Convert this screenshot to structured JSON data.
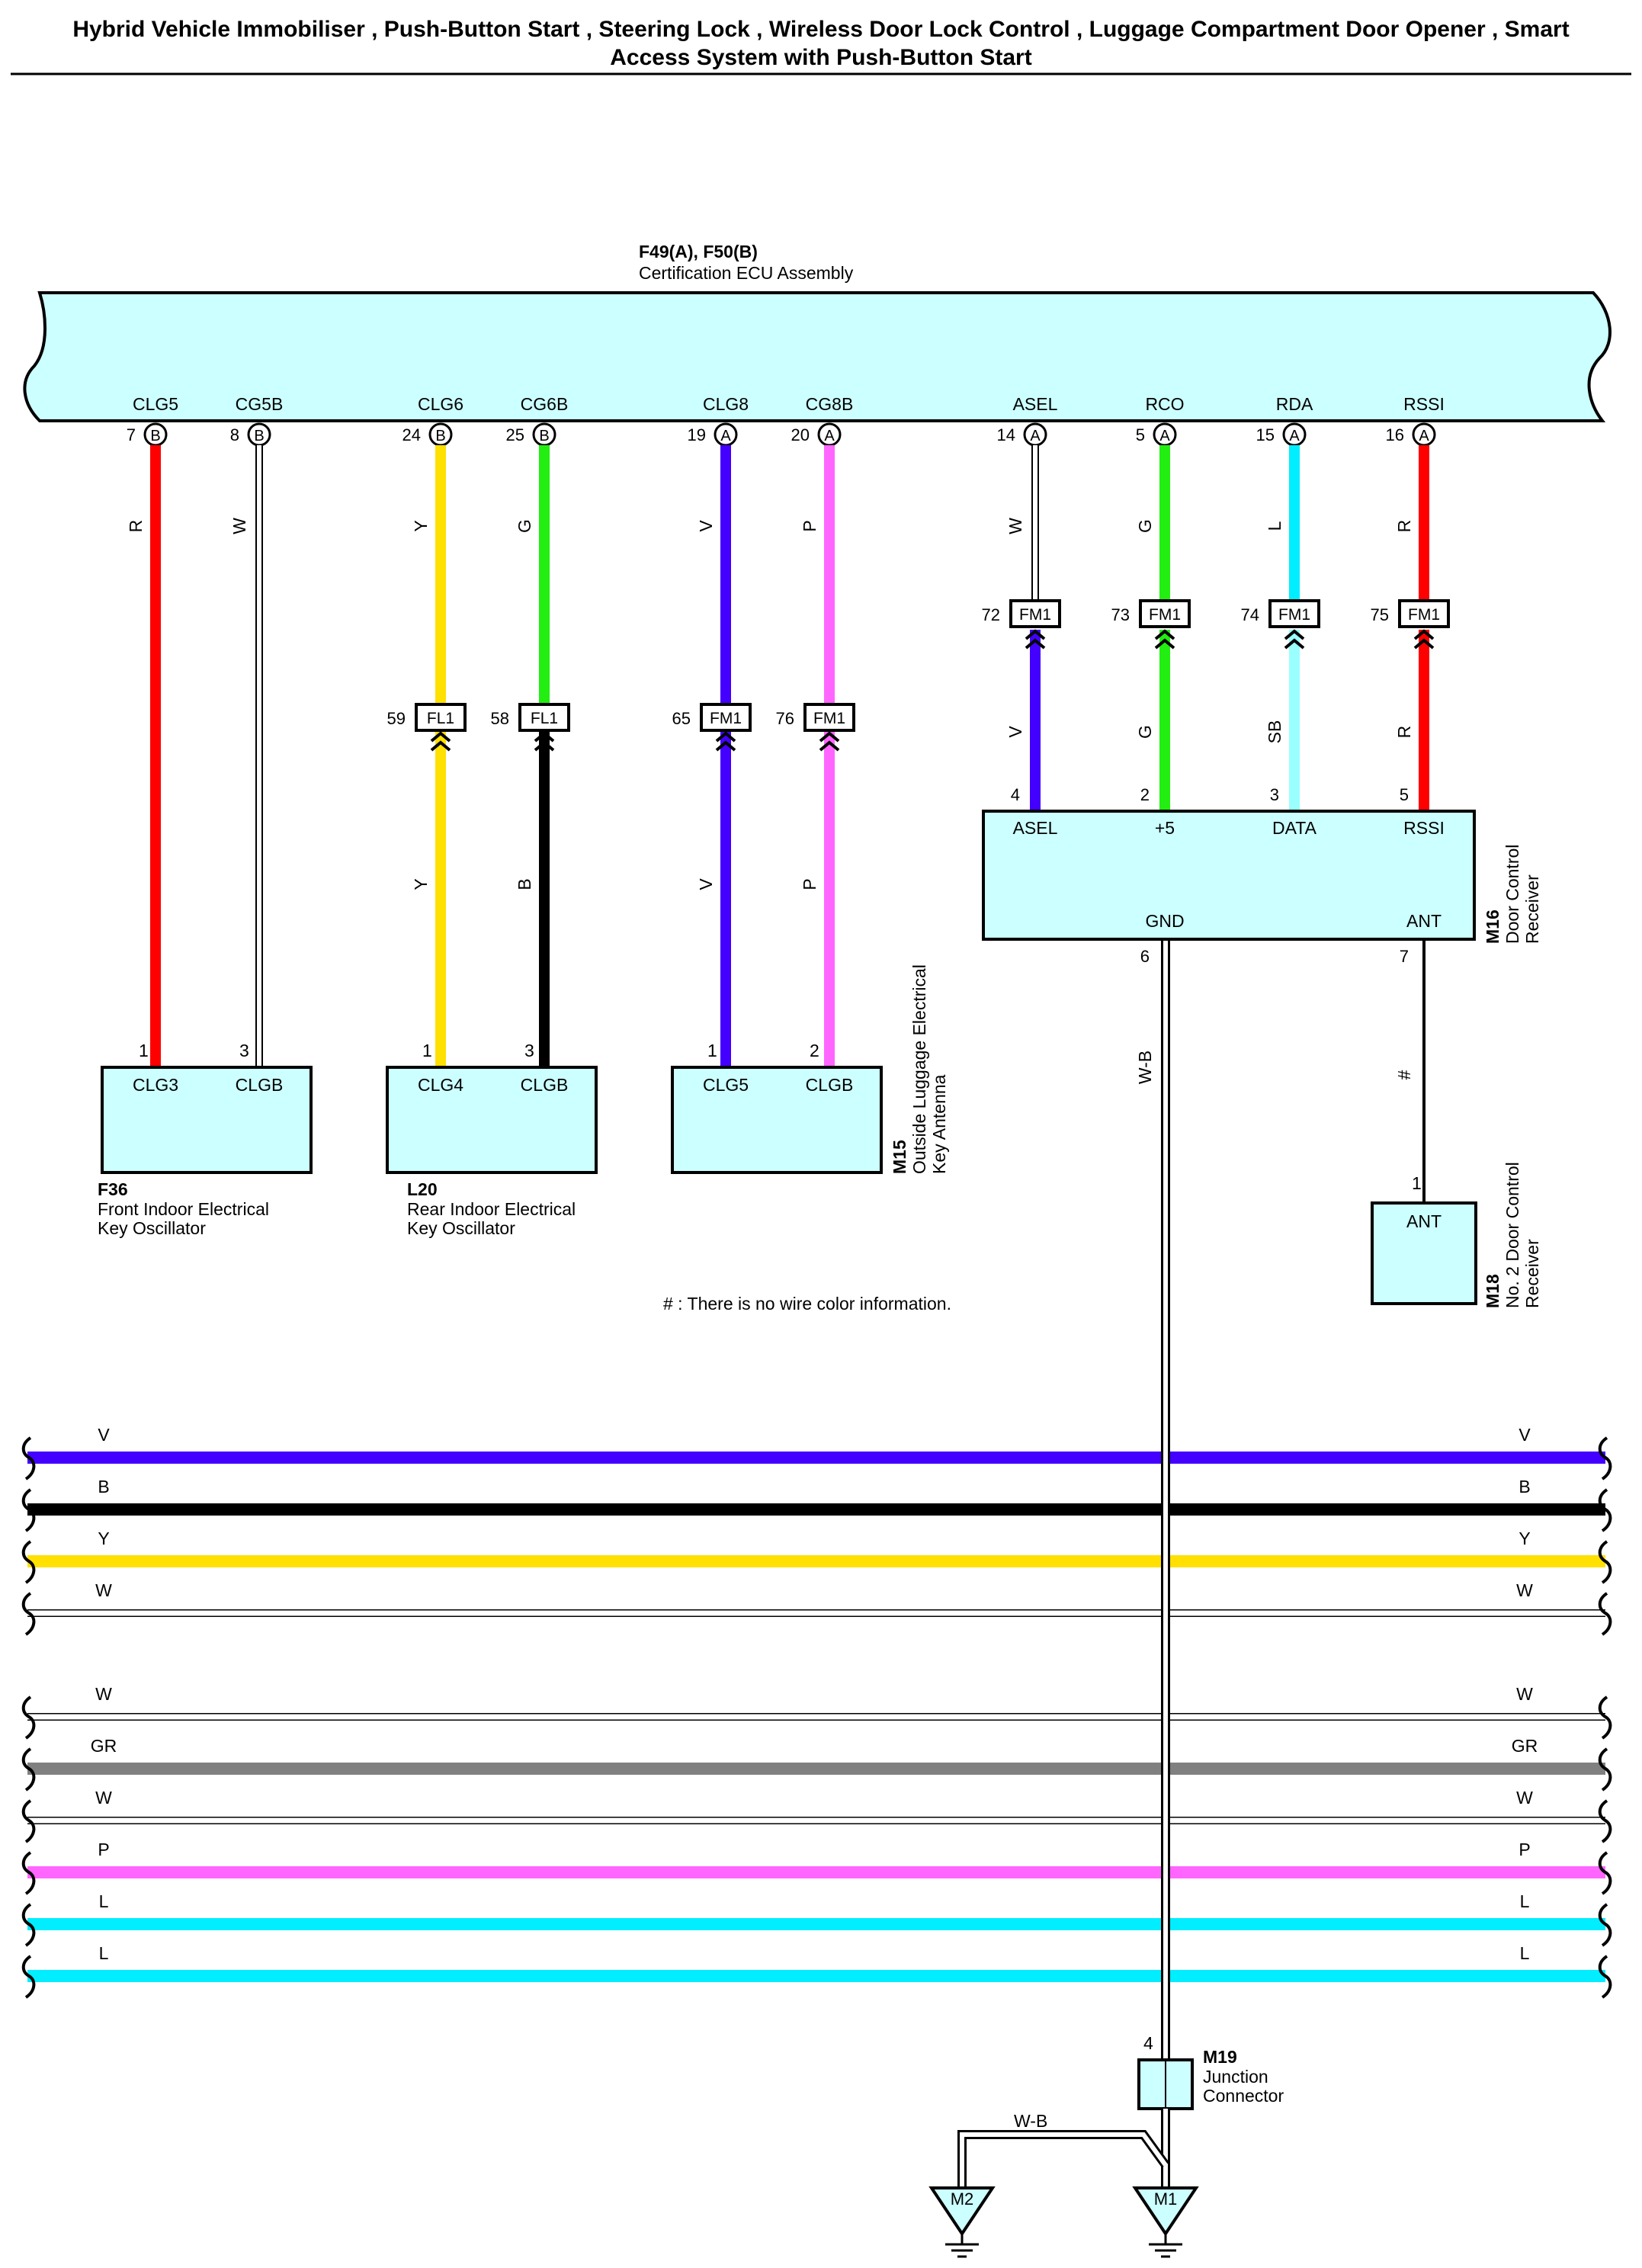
{
  "title": {
    "line1": "Hybrid Vehicle Immobiliser , Push-Button Start , Steering Lock , Wireless Door Lock Control , Luggage Compartment Door Opener , Smart",
    "line2": "Access System with Push-Button Start"
  },
  "ecu": {
    "code": "F49(A), F50(B)",
    "name": "Certification ECU Assembly",
    "color": "#ccffff"
  },
  "ecu_pins": [
    {
      "name": "CLG5",
      "num": "7",
      "conn": "B"
    },
    {
      "name": "CG5B",
      "num": "8",
      "conn": "B"
    },
    {
      "name": "CLG6",
      "num": "24",
      "conn": "B"
    },
    {
      "name": "CG6B",
      "num": "25",
      "conn": "B"
    },
    {
      "name": "CLG8",
      "num": "19",
      "conn": "A"
    },
    {
      "name": "CG8B",
      "num": "20",
      "conn": "A"
    },
    {
      "name": "ASEL",
      "num": "14",
      "conn": "A"
    },
    {
      "name": "RCO",
      "num": "5",
      "conn": "A"
    },
    {
      "name": "RDA",
      "num": "15",
      "conn": "A"
    },
    {
      "name": "RSSI",
      "num": "16",
      "conn": "A"
    }
  ],
  "upper_wire_labels": [
    "R",
    "W",
    "Y",
    "G",
    "V",
    "P",
    "W",
    "G",
    "L",
    "R"
  ],
  "fl1_connectors": [
    {
      "num": "59",
      "label": "FL1"
    },
    {
      "num": "58",
      "label": "FL1"
    }
  ],
  "fm1_connectors_left": [
    {
      "num": "65",
      "label": "FM1"
    },
    {
      "num": "76",
      "label": "FM1"
    }
  ],
  "fm1_connectors_right": [
    {
      "num": "72",
      "label": "FM1"
    },
    {
      "num": "73",
      "label": "FM1"
    },
    {
      "num": "74",
      "label": "FM1"
    },
    {
      "num": "75",
      "label": "FM1"
    }
  ],
  "lower_wire_labels_left": [
    "Y",
    "B",
    "V",
    "P"
  ],
  "lower_wire_labels_right": [
    "V",
    "G",
    "SB",
    "R"
  ],
  "receiver": {
    "code": "M16",
    "name_line1": "Door Control",
    "name_line2": "Receiver",
    "pins_top": [
      {
        "name": "ASEL",
        "num": "4"
      },
      {
        "name": "+5",
        "num": "2"
      },
      {
        "name": "DATA",
        "num": "3"
      },
      {
        "name": "RSSI",
        "num": "5"
      }
    ],
    "pins_bottom": [
      {
        "name": "GND",
        "num": "6"
      },
      {
        "name": "ANT",
        "num": "7"
      }
    ]
  },
  "f36": {
    "code": "F36",
    "name_line1": "Front Indoor Electrical",
    "name_line2": "Key Oscillator",
    "pins": [
      {
        "name": "CLG3",
        "num": "1"
      },
      {
        "name": "CLGB",
        "num": "3"
      }
    ]
  },
  "l20": {
    "code": "L20",
    "name_line1": "Rear Indoor Electrical",
    "name_line2": "Key Oscillator",
    "pins": [
      {
        "name": "CLG4",
        "num": "1"
      },
      {
        "name": "CLGB",
        "num": "3"
      }
    ]
  },
  "m15": {
    "code": "M15",
    "name_line1": "Outside Luggage Electrical",
    "name_line2": "Key Antenna",
    "pins": [
      {
        "name": "CLG5",
        "num": "1"
      },
      {
        "name": "CLGB",
        "num": "2"
      }
    ]
  },
  "m18": {
    "code": "M18",
    "name_line1": "No. 2 Door Control",
    "name_line2": "Receiver",
    "pin": {
      "name": "ANT",
      "num": "1"
    }
  },
  "gnd_wire_label": "W-B",
  "ant_wire_label": "#",
  "note": "# : There is no wire color information.",
  "bus_wires": [
    {
      "label": "V",
      "color": "#4400ff"
    },
    {
      "label": "B",
      "color": "#000000"
    },
    {
      "label": "Y",
      "color": "#ffe000"
    },
    {
      "label": "W",
      "color": "#ffffff"
    },
    {
      "label": "W",
      "color": "#ffffff"
    },
    {
      "label": "GR",
      "color": "#808080"
    },
    {
      "label": "W",
      "color": "#ffffff"
    },
    {
      "label": "P",
      "color": "#ff66ff"
    },
    {
      "label": "L",
      "color": "#00eeff"
    },
    {
      "label": "L",
      "color": "#00eeff"
    }
  ],
  "junction": {
    "code": "M19",
    "name_line1": "Junction",
    "name_line2": "Connector",
    "pin": "4"
  },
  "ground_wire_label": "W-B",
  "grounds": [
    "M2",
    "M1"
  ],
  "wire_colors": {
    "R": "#ff0000",
    "W": "#ffffff",
    "Y": "#ffe000",
    "G": "#22ee11",
    "V": "#4400ff",
    "P": "#ff66ff",
    "L": "#00eeff",
    "SB": "#99ffff",
    "B": "#000000",
    "GR": "#808080"
  }
}
